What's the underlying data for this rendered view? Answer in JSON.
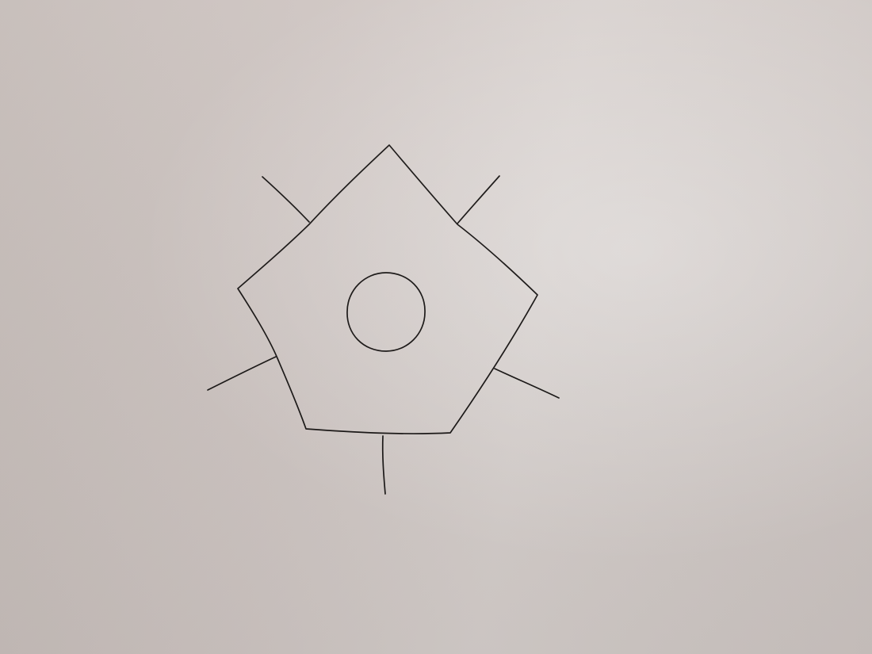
{
  "drawing": {
    "background_color": "#cdc5c2",
    "ink_color": "#1a1716",
    "shapes": [
      {
        "kind": "pentagon",
        "description_id": "outer-shape"
      },
      {
        "kind": "circle",
        "description_id": "inner-circle"
      },
      {
        "kind": "line",
        "description_id": "spike"
      }
    ],
    "spike_count": 5
  }
}
